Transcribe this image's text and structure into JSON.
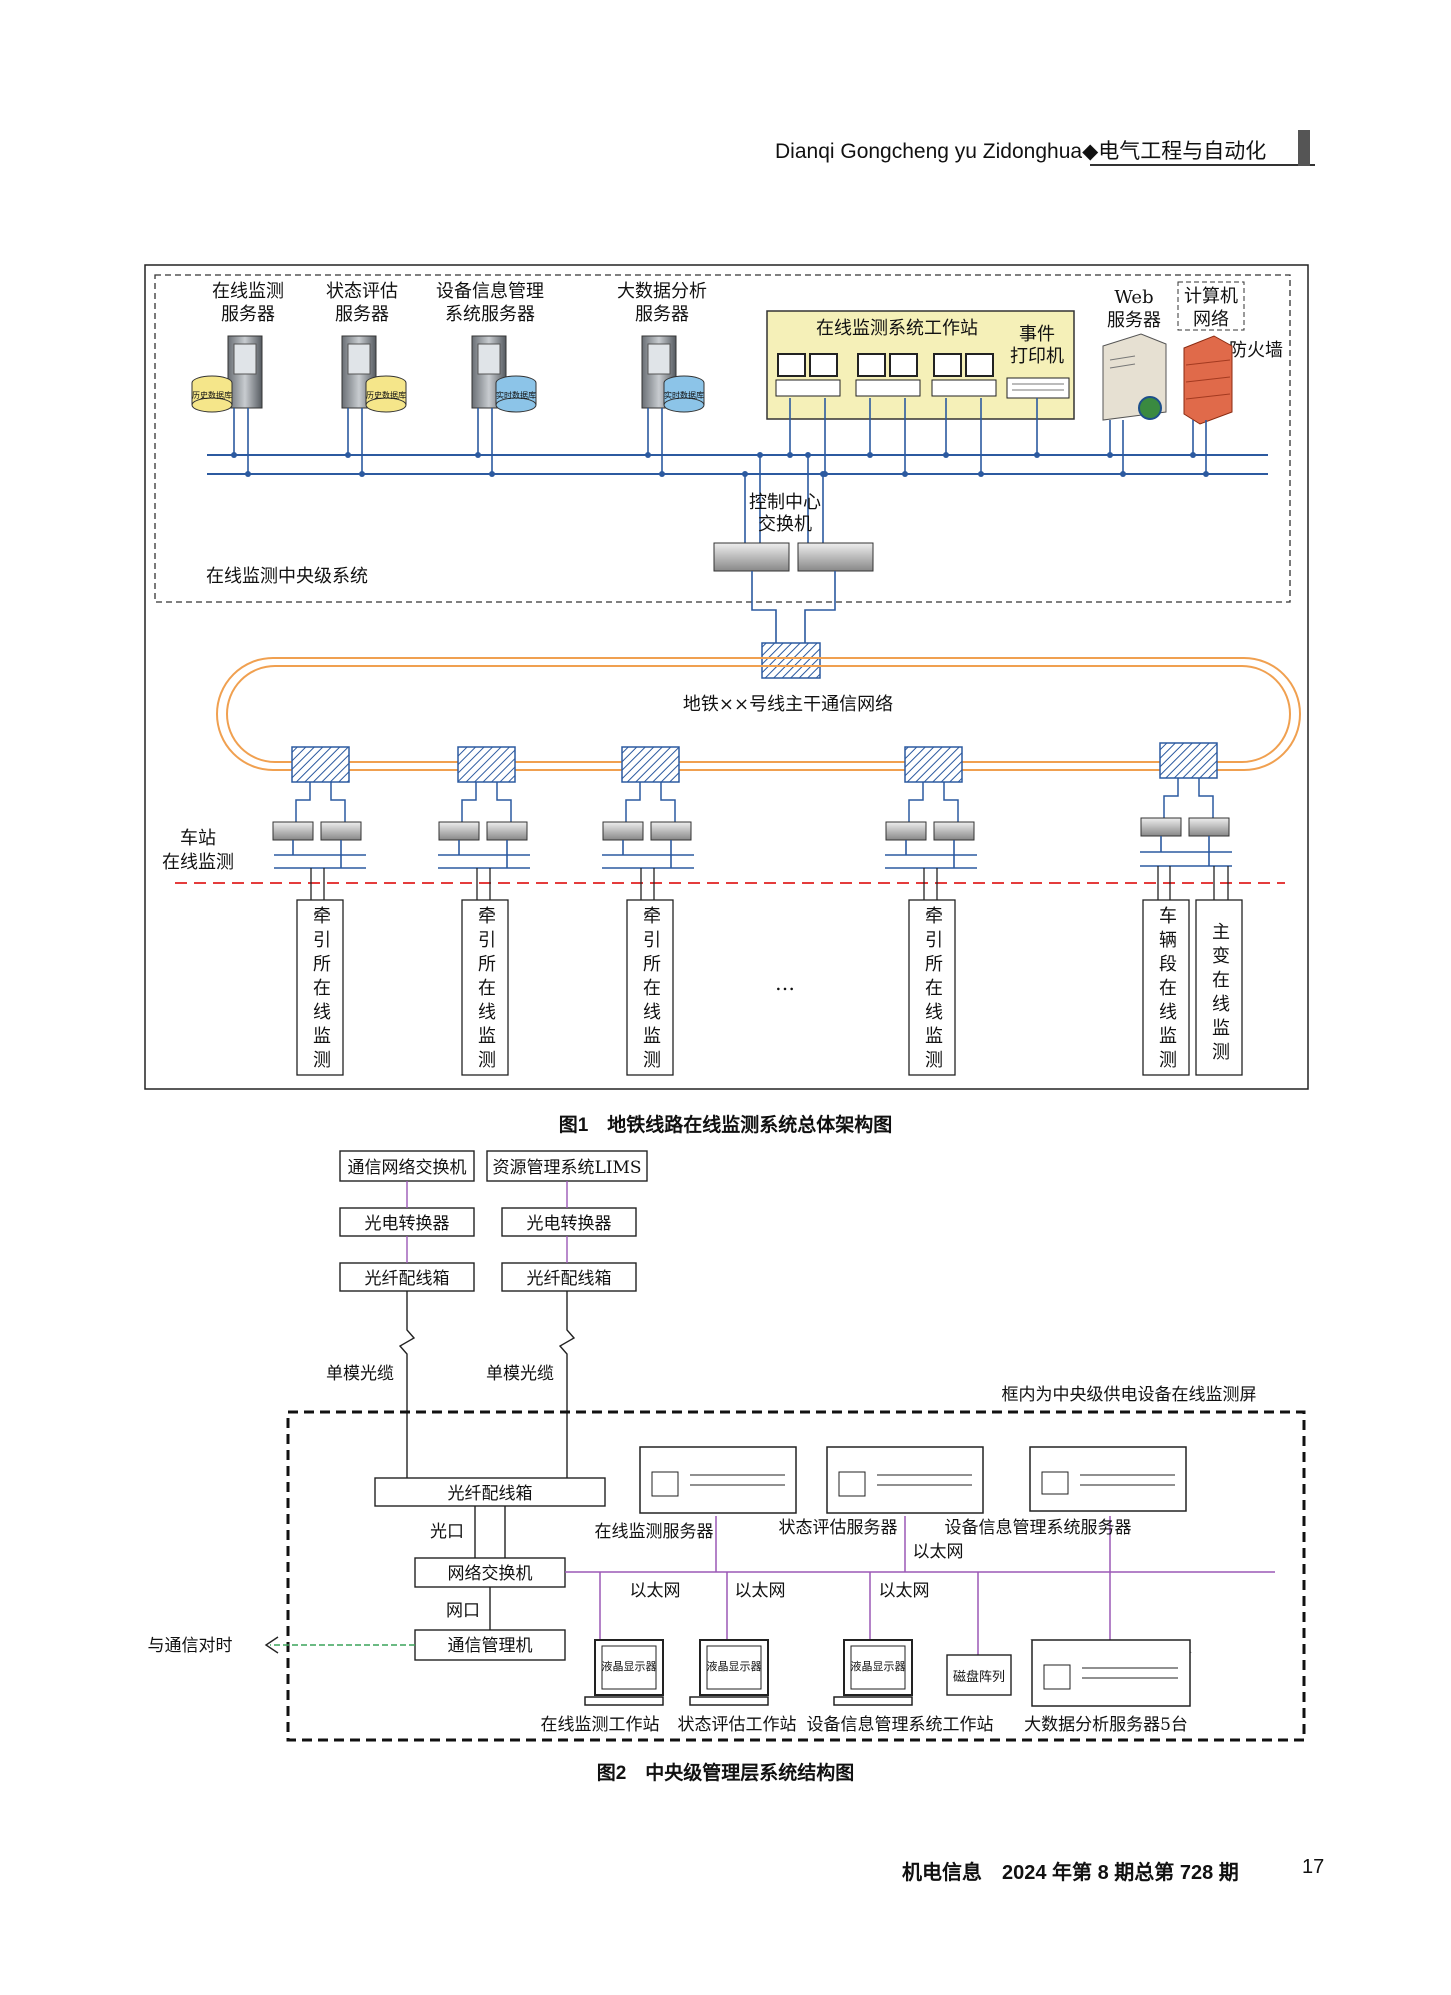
{
  "header": {
    "latin": "Dianqi Gongcheng yu Zidonghua",
    "diamond": "◆",
    "chinese": "电气工程与自动化"
  },
  "fig1": {
    "caption": "图1　地铁线路在线监测系统总体架构图",
    "central_label": "在线监测中央级系统",
    "servers": [
      {
        "label1": "在线监测",
        "label2": "服务器",
        "db": "历史数据库",
        "db_color": "#f5e68a"
      },
      {
        "label1": "状态评估",
        "label2": "服务器",
        "db": "历史数据库",
        "db_color": "#f5e68a"
      },
      {
        "label1": "设备信息管理",
        "label2": "系统服务器",
        "db": "实时数据库",
        "db_color": "#8cc4e8"
      },
      {
        "label1": "大数据分析",
        "label2": "服务器",
        "db": "实时数据库",
        "db_color": "#8cc4e8"
      }
    ],
    "workstation_label": "在线监测系统工作站",
    "printer_label1": "事件",
    "printer_label2": "打印机",
    "web_label1": "Web",
    "web_label2": "服务器",
    "computer_net1": "计算机",
    "computer_net2": "网络",
    "firewall": "防火墙",
    "switch_label1": "控制中心",
    "switch_label2": "交换机",
    "ring_label": "地铁××号线主干通信网络",
    "station_label1": "车站",
    "station_label2": "在线监测",
    "ellipsis": "…",
    "bottom_boxes": [
      {
        "text": "牵引所在线监测"
      },
      {
        "text": "牵引所在线监测"
      },
      {
        "text": "牵引所在线监测"
      },
      {
        "text": "牵引所在线监测"
      },
      {
        "text": "车辆段在线监测"
      },
      {
        "text": "主变在线监测"
      }
    ],
    "colors": {
      "bus": "#2c5aa0",
      "ring": "#f0a050",
      "red_dash": "#e02020",
      "ws_bg": "#f5f0b8"
    }
  },
  "fig2": {
    "caption": "图2　中央级管理层系统结构图",
    "top_left": [
      "通信网络交换机",
      "光电转换器",
      "光纤配线箱"
    ],
    "top_right": [
      "资源管理系统LIMS",
      "光电转换器",
      "光纤配线箱"
    ],
    "cable_left": "单模光缆",
    "cable_right": "单模光缆",
    "frame_label": "框内为中央级供电设备在线监测屏",
    "odf": "光纤配线箱",
    "optical_port": "光口",
    "net_switch": "网络交换机",
    "net_port": "网口",
    "comm_mgr": "通信管理机",
    "time_sync": "与通信对时",
    "servers": [
      "在线监测服务器",
      "状态评估服务器",
      "设备信息管理系统服务器"
    ],
    "ethernet": [
      "以太网",
      "以太网",
      "以太网",
      "以太网"
    ],
    "lcd": "液晶显示器",
    "workstations": [
      "在线监测工作站",
      "状态评估工作站",
      "设备信息管理系统工作站"
    ],
    "disk_array": "磁盘阵列",
    "big_data": "大数据分析服务器5台",
    "colors": {
      "bus": "#9b59b6",
      "sync": "#3aa35a"
    }
  },
  "footer": {
    "text": "机电信息　2024 年第 8 期总第 728 期",
    "page": "17"
  }
}
